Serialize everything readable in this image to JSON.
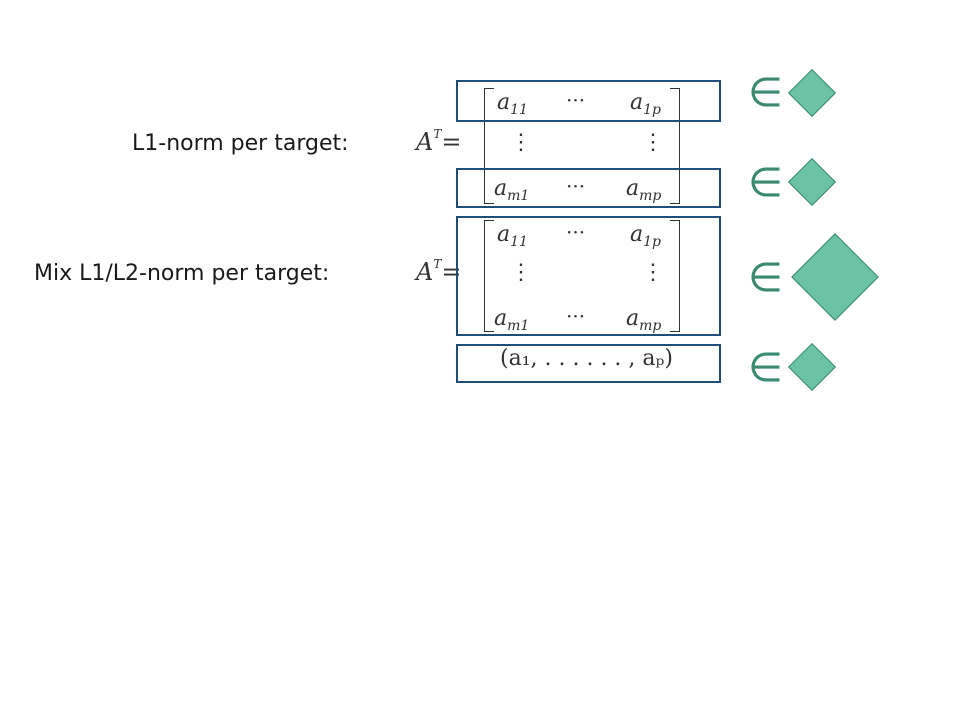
{
  "rows": [
    {
      "label": "L1-norm per target:"
    },
    {
      "label": "Mix L1/L2-norm per target:"
    }
  ],
  "matrix": {
    "lhs": "A",
    "lhs_sup": "T",
    "eq": "=",
    "a11": "a",
    "a11_sub": "11",
    "a1p": "a",
    "a1p_sub": "1p",
    "am1": "a",
    "am1_sub": "m1",
    "amp": "a",
    "amp_sub": "mp",
    "hdots": "···",
    "vdots": "⋮"
  },
  "vector": {
    "text": "(a₁, . . . . . . , aₚ)"
  },
  "element_of": "∈",
  "colors": {
    "box": "#1f4e79",
    "diamond_fill": "#6bc2a4",
    "diamond_stroke": "#3a8a72",
    "symbol": "#3a8a72"
  }
}
